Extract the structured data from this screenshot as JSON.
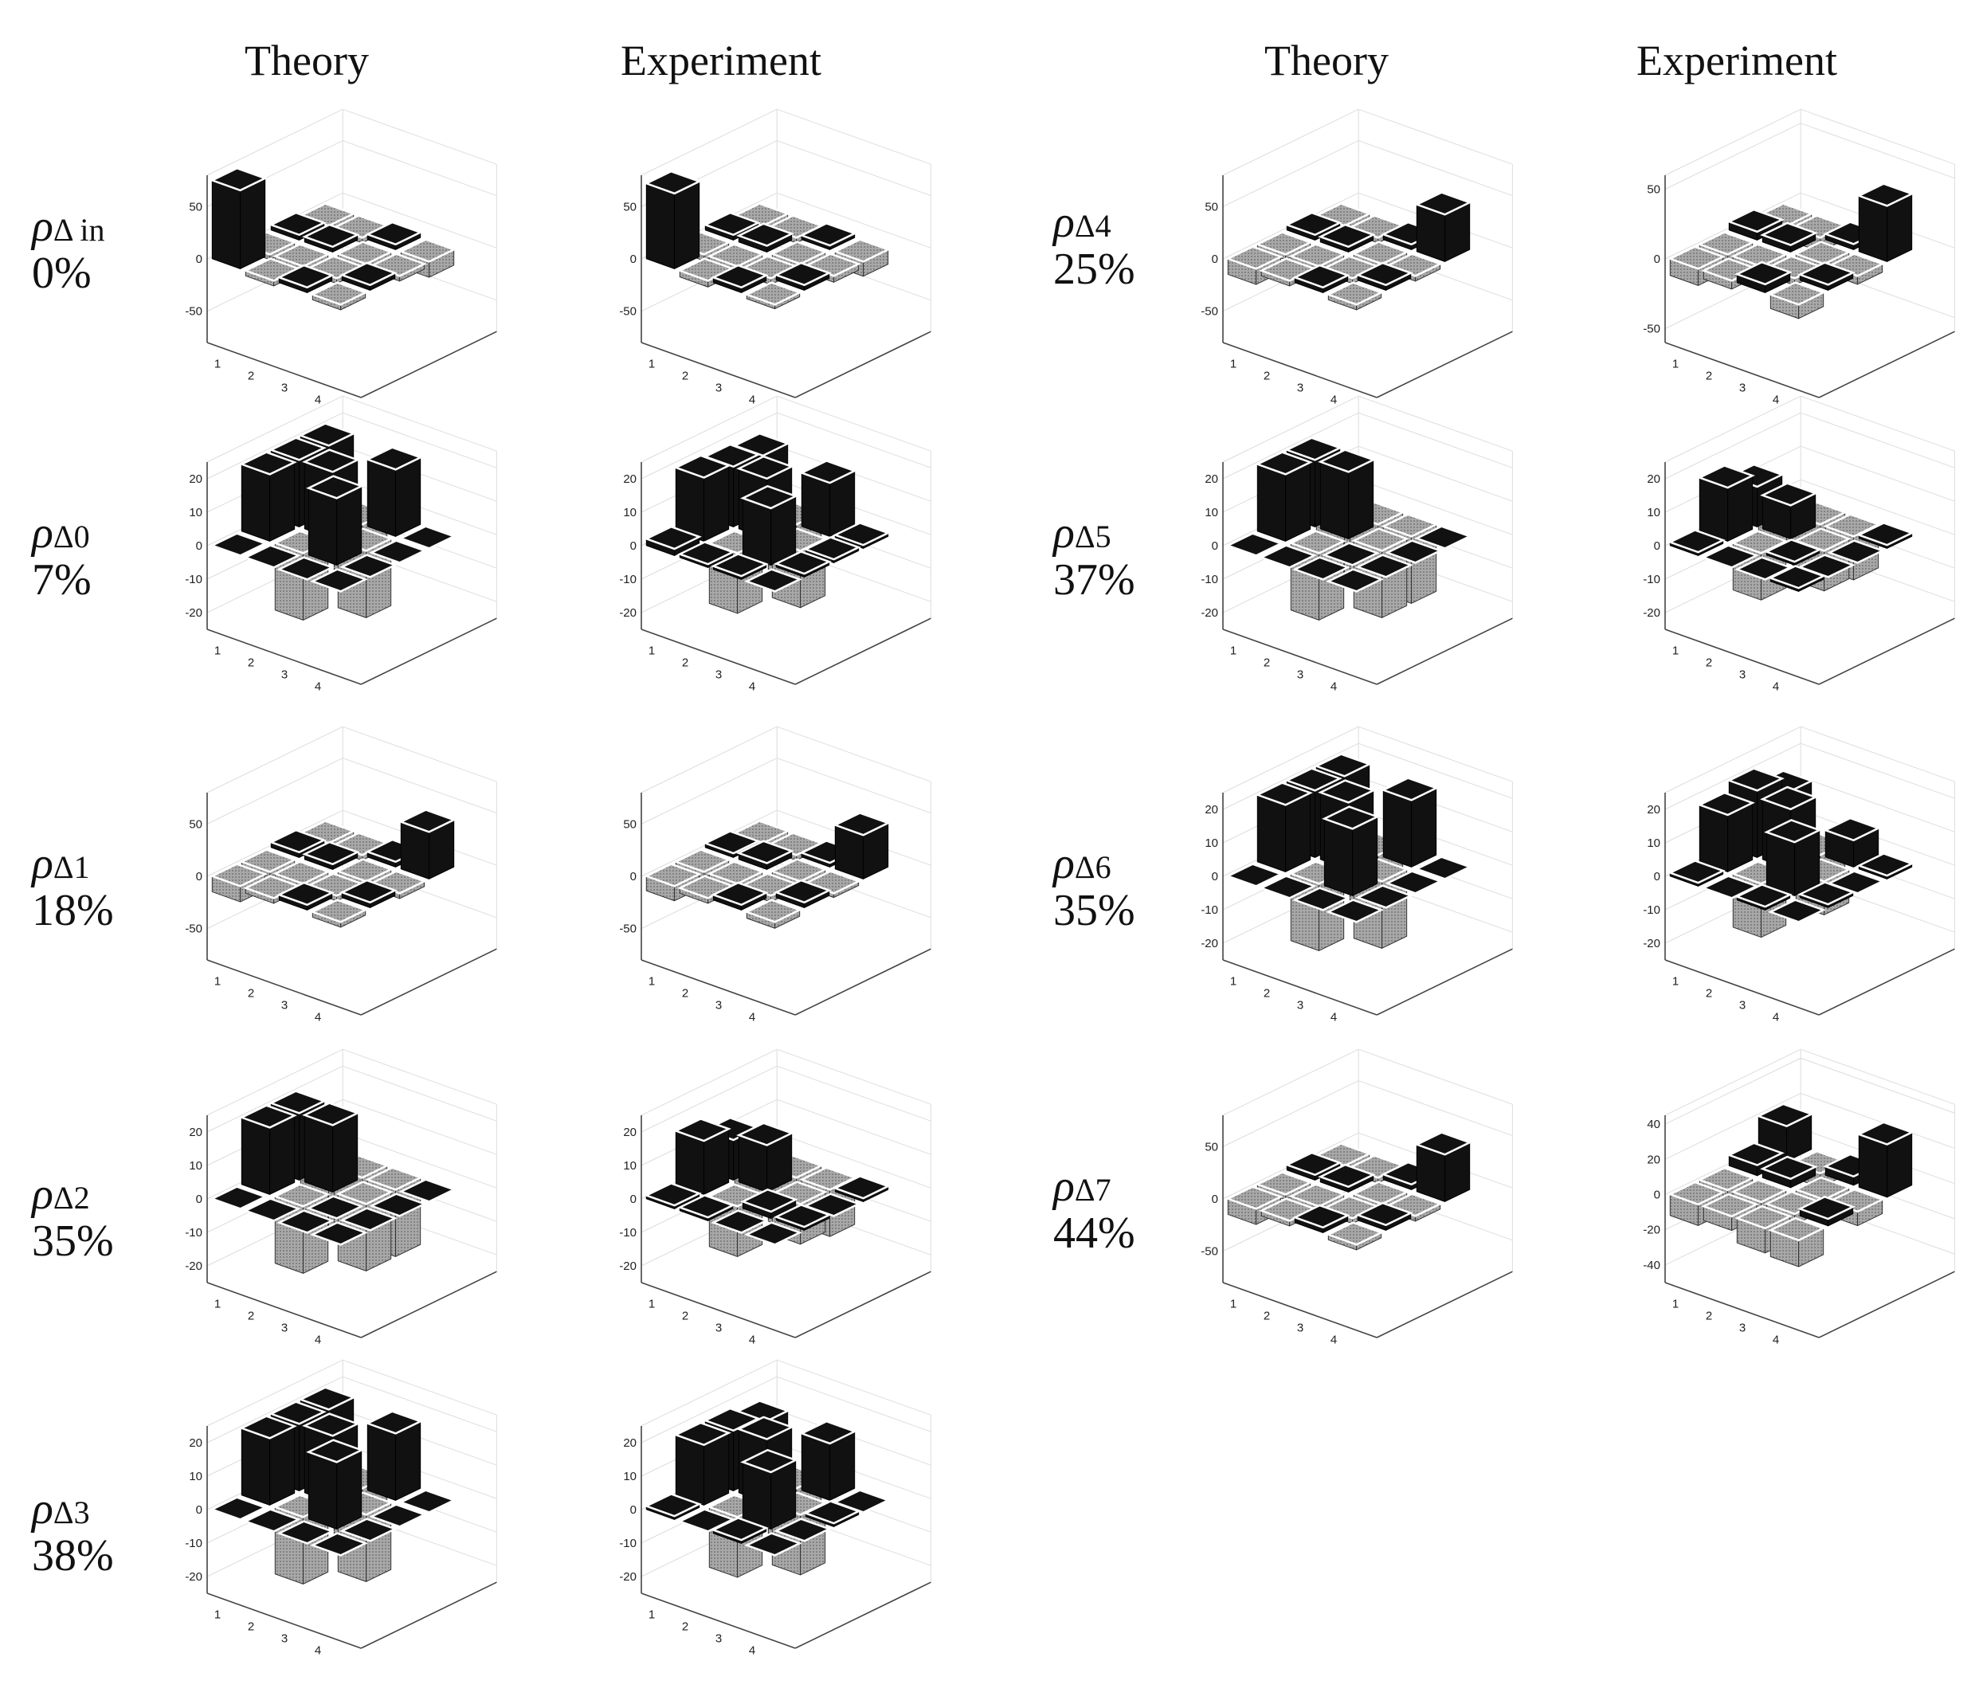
{
  "headers": [
    "Theory",
    "Experiment",
    "Theory",
    "Experiment"
  ],
  "rows": [
    {
      "symbol": "ρ",
      "subscript": "Δ in",
      "percent": "0%"
    },
    {
      "symbol": "ρ",
      "subscript": "Δ0",
      "percent": "7%"
    },
    {
      "symbol": "ρ",
      "subscript": "Δ1",
      "percent": "18%"
    },
    {
      "symbol": "ρ",
      "subscript": "Δ2",
      "percent": "35%"
    },
    {
      "symbol": "ρ",
      "subscript": "Δ3",
      "percent": "38%"
    },
    {
      "symbol": "ρ",
      "subscript": "Δ4",
      "percent": "25%"
    },
    {
      "symbol": "ρ",
      "subscript": "Δ5",
      "percent": "37%"
    },
    {
      "symbol": "ρ",
      "subscript": "Δ6",
      "percent": "35%"
    },
    {
      "symbol": "ρ",
      "subscript": "Δ7",
      "percent": "44%"
    }
  ],
  "colors": {
    "positive": "#111111",
    "negative": "#a8a8a8",
    "axis": "#444444",
    "grid": "#dddddd"
  },
  "chart_data": {
    "type": "bar3d",
    "xticks": [
      "1",
      "2",
      "3",
      "4"
    ],
    "panels": [
      {
        "row": 0,
        "column": "Theory",
        "zlim": [
          -80,
          80
        ],
        "zticks": [
          "50",
          "0",
          "-50"
        ],
        "ztickvals": [
          50,
          0,
          -50
        ],
        "matrix": [
          [
            75,
            -5,
            5,
            -5
          ],
          [
            -5,
            -5,
            5,
            -5
          ],
          [
            5,
            -5,
            -5,
            5
          ],
          [
            -5,
            5,
            -5,
            -15
          ]
        ]
      },
      {
        "row": 0,
        "column": "Experiment",
        "zlim": [
          -80,
          80
        ],
        "zticks": [
          "50",
          "0",
          "-50"
        ],
        "ztickvals": [
          50,
          0,
          -50
        ],
        "matrix": [
          [
            72,
            -6,
            5,
            -4
          ],
          [
            -6,
            -4,
            6,
            -5
          ],
          [
            5,
            -6,
            -5,
            4
          ],
          [
            -4,
            5,
            -6,
            -14
          ]
        ]
      },
      {
        "row": 1,
        "column": "Theory",
        "zlim": [
          -25,
          25
        ],
        "zticks": [
          "20",
          "10",
          "0",
          "-10",
          "-20"
        ],
        "ztickvals": [
          20,
          10,
          0,
          -10,
          -20
        ],
        "matrix": [
          [
            0,
            20,
            20,
            20
          ],
          [
            0,
            -20,
            20,
            -20
          ],
          [
            0,
            20,
            -20,
            20
          ],
          [
            0,
            0,
            0,
            0
          ]
        ]
      },
      {
        "row": 1,
        "column": "Experiment",
        "zlim": [
          -25,
          25
        ],
        "zticks": [
          "20",
          "10",
          "0",
          "-10",
          "-20"
        ],
        "ztickvals": [
          20,
          10,
          0,
          -10,
          -20
        ],
        "matrix": [
          [
            2,
            19,
            18,
            17
          ],
          [
            1,
            -18,
            18,
            -17
          ],
          [
            1,
            17,
            -17,
            16
          ],
          [
            0,
            1,
            1,
            1
          ]
        ]
      },
      {
        "row": 2,
        "column": "Theory",
        "zlim": [
          -80,
          80
        ],
        "zticks": [
          "50",
          "0",
          "-50"
        ],
        "ztickvals": [
          50,
          0,
          -50
        ],
        "matrix": [
          [
            -15,
            -5,
            5,
            -5
          ],
          [
            -5,
            -5,
            5,
            -5
          ],
          [
            5,
            -5,
            -5,
            5
          ],
          [
            -5,
            5,
            -5,
            45
          ]
        ]
      },
      {
        "row": 2,
        "column": "Experiment",
        "zlim": [
          -80,
          80
        ],
        "zticks": [
          "50",
          "0",
          "-50"
        ],
        "ztickvals": [
          50,
          0,
          -50
        ],
        "matrix": [
          [
            -14,
            -6,
            4,
            -6
          ],
          [
            -5,
            -4,
            6,
            -5
          ],
          [
            5,
            -6,
            -5,
            4
          ],
          [
            -6,
            5,
            -4,
            42
          ]
        ]
      },
      {
        "row": 3,
        "column": "Theory",
        "zlim": [
          -25,
          25
        ],
        "zticks": [
          "20",
          "10",
          "0",
          "-10",
          "-20"
        ],
        "ztickvals": [
          20,
          10,
          0,
          -10,
          -20
        ],
        "matrix": [
          [
            0,
            20,
            20,
            -20
          ],
          [
            0,
            -20,
            20,
            -20
          ],
          [
            0,
            0,
            -20,
            -20
          ],
          [
            0,
            0,
            0,
            0
          ]
        ]
      },
      {
        "row": 3,
        "column": "Experiment",
        "zlim": [
          -25,
          25
        ],
        "zticks": [
          "20",
          "10",
          "0",
          "-10",
          "-20"
        ],
        "ztickvals": [
          20,
          10,
          0,
          -10,
          -20
        ],
        "matrix": [
          [
            1,
            16,
            12,
            -12
          ],
          [
            1,
            -15,
            14,
            -16
          ],
          [
            0,
            2,
            -12,
            -14
          ],
          [
            0,
            1,
            0,
            1
          ]
        ]
      },
      {
        "row": 4,
        "column": "Theory",
        "zlim": [
          -25,
          25
        ],
        "zticks": [
          "20",
          "10",
          "0",
          "-10",
          "-20"
        ],
        "ztickvals": [
          20,
          10,
          0,
          -10,
          -20
        ],
        "matrix": [
          [
            0,
            20,
            20,
            20
          ],
          [
            0,
            -20,
            20,
            -20
          ],
          [
            0,
            20,
            -20,
            20
          ],
          [
            0,
            0,
            0,
            0
          ]
        ]
      },
      {
        "row": 4,
        "column": "Experiment",
        "zlim": [
          -25,
          25
        ],
        "zticks": [
          "20",
          "10",
          "0",
          "-10",
          "-20"
        ],
        "ztickvals": [
          20,
          10,
          0,
          -10,
          -20
        ],
        "matrix": [
          [
            1,
            18,
            18,
            16
          ],
          [
            0,
            -18,
            19,
            -17
          ],
          [
            1,
            17,
            -18,
            17
          ],
          [
            0,
            0,
            1,
            0
          ]
        ]
      },
      {
        "row": 5,
        "column": "Theory",
        "zlim": [
          -80,
          80
        ],
        "zticks": [
          "50",
          "0",
          "-50"
        ],
        "ztickvals": [
          50,
          0,
          -50
        ],
        "matrix": [
          [
            -15,
            -5,
            5,
            -5
          ],
          [
            -5,
            -5,
            5,
            -5
          ],
          [
            5,
            -5,
            -5,
            5
          ],
          [
            -5,
            5,
            -5,
            45
          ]
        ]
      },
      {
        "row": 5,
        "column": "Experiment",
        "zlim": [
          -60,
          60
        ],
        "zticks": [
          "50",
          "0",
          "-50"
        ],
        "ztickvals": [
          50,
          0,
          -50
        ],
        "matrix": [
          [
            -12,
            -5,
            6,
            -6
          ],
          [
            -6,
            -5,
            5,
            -10
          ],
          [
            6,
            -5,
            -6,
            4
          ],
          [
            -10,
            4,
            -6,
            40
          ]
        ]
      },
      {
        "row": 6,
        "column": "Theory",
        "zlim": [
          -25,
          25
        ],
        "zticks": [
          "20",
          "10",
          "0",
          "-10",
          "-20"
        ],
        "ztickvals": [
          20,
          10,
          0,
          -10,
          -20
        ],
        "matrix": [
          [
            0,
            20,
            20,
            -20
          ],
          [
            0,
            -20,
            20,
            -20
          ],
          [
            0,
            0,
            -20,
            -20
          ],
          [
            0,
            0,
            0,
            0
          ]
        ]
      },
      {
        "row": 6,
        "column": "Experiment",
        "zlim": [
          -25,
          25
        ],
        "zticks": [
          "20",
          "10",
          "0",
          "-10",
          "-20"
        ],
        "ztickvals": [
          20,
          10,
          0,
          -10,
          -20
        ],
        "matrix": [
          [
            1,
            16,
            12,
            -12
          ],
          [
            0,
            -14,
            10,
            -15
          ],
          [
            0,
            1,
            -12,
            -13
          ],
          [
            1,
            0,
            0,
            1
          ]
        ]
      },
      {
        "row": 7,
        "column": "Theory",
        "zlim": [
          -25,
          25
        ],
        "zticks": [
          "20",
          "10",
          "0",
          "-10",
          "-20"
        ],
        "ztickvals": [
          20,
          10,
          0,
          -10,
          -20
        ],
        "matrix": [
          [
            0,
            20,
            20,
            20
          ],
          [
            0,
            -20,
            20,
            -20
          ],
          [
            0,
            20,
            -20,
            20
          ],
          [
            0,
            0,
            0,
            0
          ]
        ]
      },
      {
        "row": 7,
        "column": "Experiment",
        "zlim": [
          -25,
          25
        ],
        "zticks": [
          "20",
          "10",
          "0",
          "-10",
          "-20"
        ],
        "ztickvals": [
          20,
          10,
          0,
          -10,
          -20
        ],
        "matrix": [
          [
            1,
            17,
            20,
            15
          ],
          [
            0,
            -16,
            18,
            -8
          ],
          [
            1,
            16,
            -10,
            8
          ],
          [
            0,
            1,
            0,
            1
          ]
        ]
      },
      {
        "row": 8,
        "column": "Theory",
        "zlim": [
          -80,
          80
        ],
        "zticks": [
          "50",
          "0",
          "-50"
        ],
        "ztickvals": [
          50,
          0,
          -50
        ],
        "matrix": [
          [
            -15,
            -5,
            5,
            -5
          ],
          [
            -5,
            -5,
            5,
            -5
          ],
          [
            5,
            -5,
            -5,
            5
          ],
          [
            -5,
            5,
            -5,
            45
          ]
        ]
      },
      {
        "row": 8,
        "column": "Experiment",
        "zlim": [
          -50,
          45
        ],
        "zticks": [
          "40",
          "20",
          "0",
          "-20",
          "-40"
        ],
        "ztickvals": [
          40,
          20,
          0,
          -20,
          -40
        ],
        "matrix": [
          [
            -12,
            -5,
            6,
            20
          ],
          [
            -8,
            -5,
            5,
            -8
          ],
          [
            -14,
            -6,
            -6,
            5
          ],
          [
            -15,
            4,
            -8,
            30
          ]
        ]
      }
    ]
  }
}
